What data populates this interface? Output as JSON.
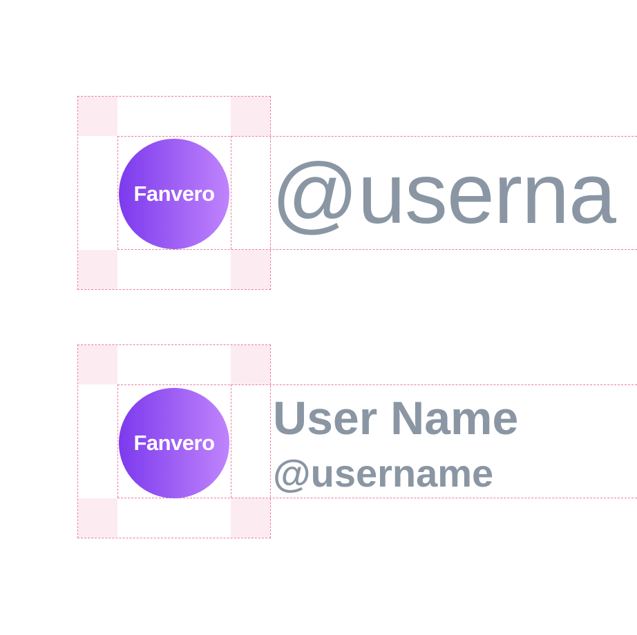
{
  "colors": {
    "guide_line": "#ec79a8",
    "guide_fill": "#fdebf2",
    "logo_gradient_start": "#7c3aed",
    "logo_gradient_end": "#c084fc",
    "text_gray": "#8a96a3",
    "background": "#ffffff"
  },
  "variants": [
    {
      "id": "handle-only",
      "logo_text": "Fanvero",
      "handle": "@userna"
    },
    {
      "id": "name-and-handle",
      "logo_text": "Fanvero",
      "display_name": "User Name",
      "handle": "@username"
    }
  ]
}
